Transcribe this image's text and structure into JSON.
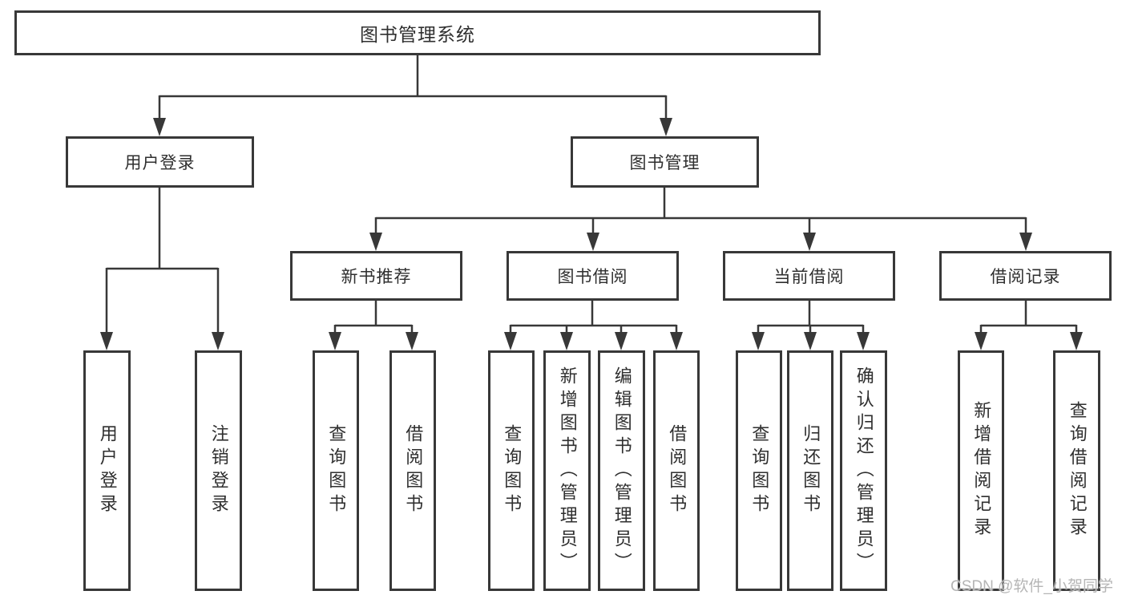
{
  "diagram_title": "图书管理系统",
  "tree": {
    "label": "图书管理系统",
    "children": [
      {
        "label": "用户登录",
        "children": [
          {
            "label": "用户登录"
          },
          {
            "label": "注销登录"
          }
        ]
      },
      {
        "label": "图书管理",
        "children": [
          {
            "label": "新书推荐",
            "children": [
              {
                "label": "查询图书"
              },
              {
                "label": "借阅图书"
              }
            ]
          },
          {
            "label": "图书借阅",
            "children": [
              {
                "label": "查询图书"
              },
              {
                "label": "新增图书（管理员）"
              },
              {
                "label": "编辑图书（管理员）"
              },
              {
                "label": "借阅图书"
              }
            ]
          },
          {
            "label": "当前借阅",
            "children": [
              {
                "label": "查询图书"
              },
              {
                "label": "归还图书"
              },
              {
                "label": "确认归还（管理员）"
              }
            ]
          },
          {
            "label": "借阅记录",
            "children": [
              {
                "label": "新增借阅记录"
              },
              {
                "label": "查询借阅记录"
              }
            ]
          }
        ]
      }
    ]
  },
  "watermark": {
    "text": "CSDN @软件_小贺同学"
  },
  "colors": {
    "line": "#383838",
    "text": "#2f2f2f",
    "box_background": "#ffffff",
    "page_background": "#ffffff",
    "watermark": "#b5b5b5"
  }
}
